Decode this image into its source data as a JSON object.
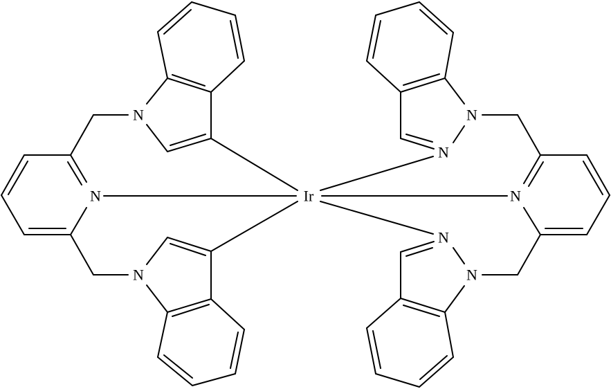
{
  "diagram": {
    "type": "chemical-structure",
    "description": "Iridium complex with two bis-indolylmethyl-pyridine / bis-indazolylmethyl-pyridine pincer ligands",
    "colors": {
      "bond": "#000000",
      "background": "#ffffff"
    },
    "center_metal": {
      "label": "Ir"
    },
    "left_ligand": {
      "pyridine_N": "N",
      "top_indole_N": "N",
      "bottom_indole_N": "N"
    },
    "right_ligand": {
      "pyridine_N": "N",
      "top_indazole_N1": "N",
      "top_indazole_N2": "N",
      "bottom_indazole_N1": "N",
      "bottom_indazole_N2": "N"
    }
  }
}
